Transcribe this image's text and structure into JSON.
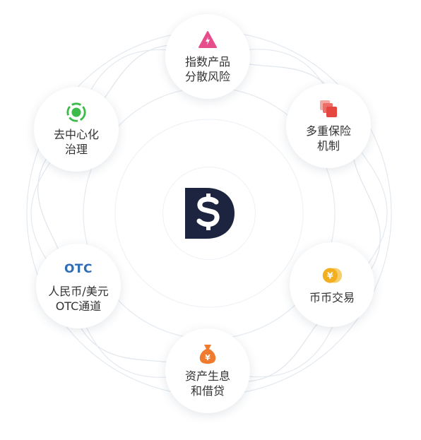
{
  "center": {
    "logo_icon": "dollar-d-logo-icon",
    "logo_color": "#1d2440"
  },
  "nodes": [
    {
      "id": "index",
      "label": "指数产品\n分散风险",
      "icon": "lightning-triangle-icon",
      "color": "#e74c8b"
    },
    {
      "id": "insurance",
      "label": "多重保险\n机制",
      "icon": "stacked-squares-icon",
      "color": "#e5463f"
    },
    {
      "id": "exchange",
      "label": "币币交易",
      "icon": "yen-coins-icon",
      "color": "#f2b021"
    },
    {
      "id": "interest",
      "label": "资产生息\n和借贷",
      "icon": "money-bag-icon",
      "color": "#f07a2d"
    },
    {
      "id": "otc",
      "label": "人民币/美元\nOTC通道",
      "icon_text": "OTC",
      "color": "#2f6db8"
    },
    {
      "id": "decentral",
      "label": "去中心化\n治理",
      "icon": "target-ring-icon",
      "color": "#3dbb4a"
    }
  ]
}
